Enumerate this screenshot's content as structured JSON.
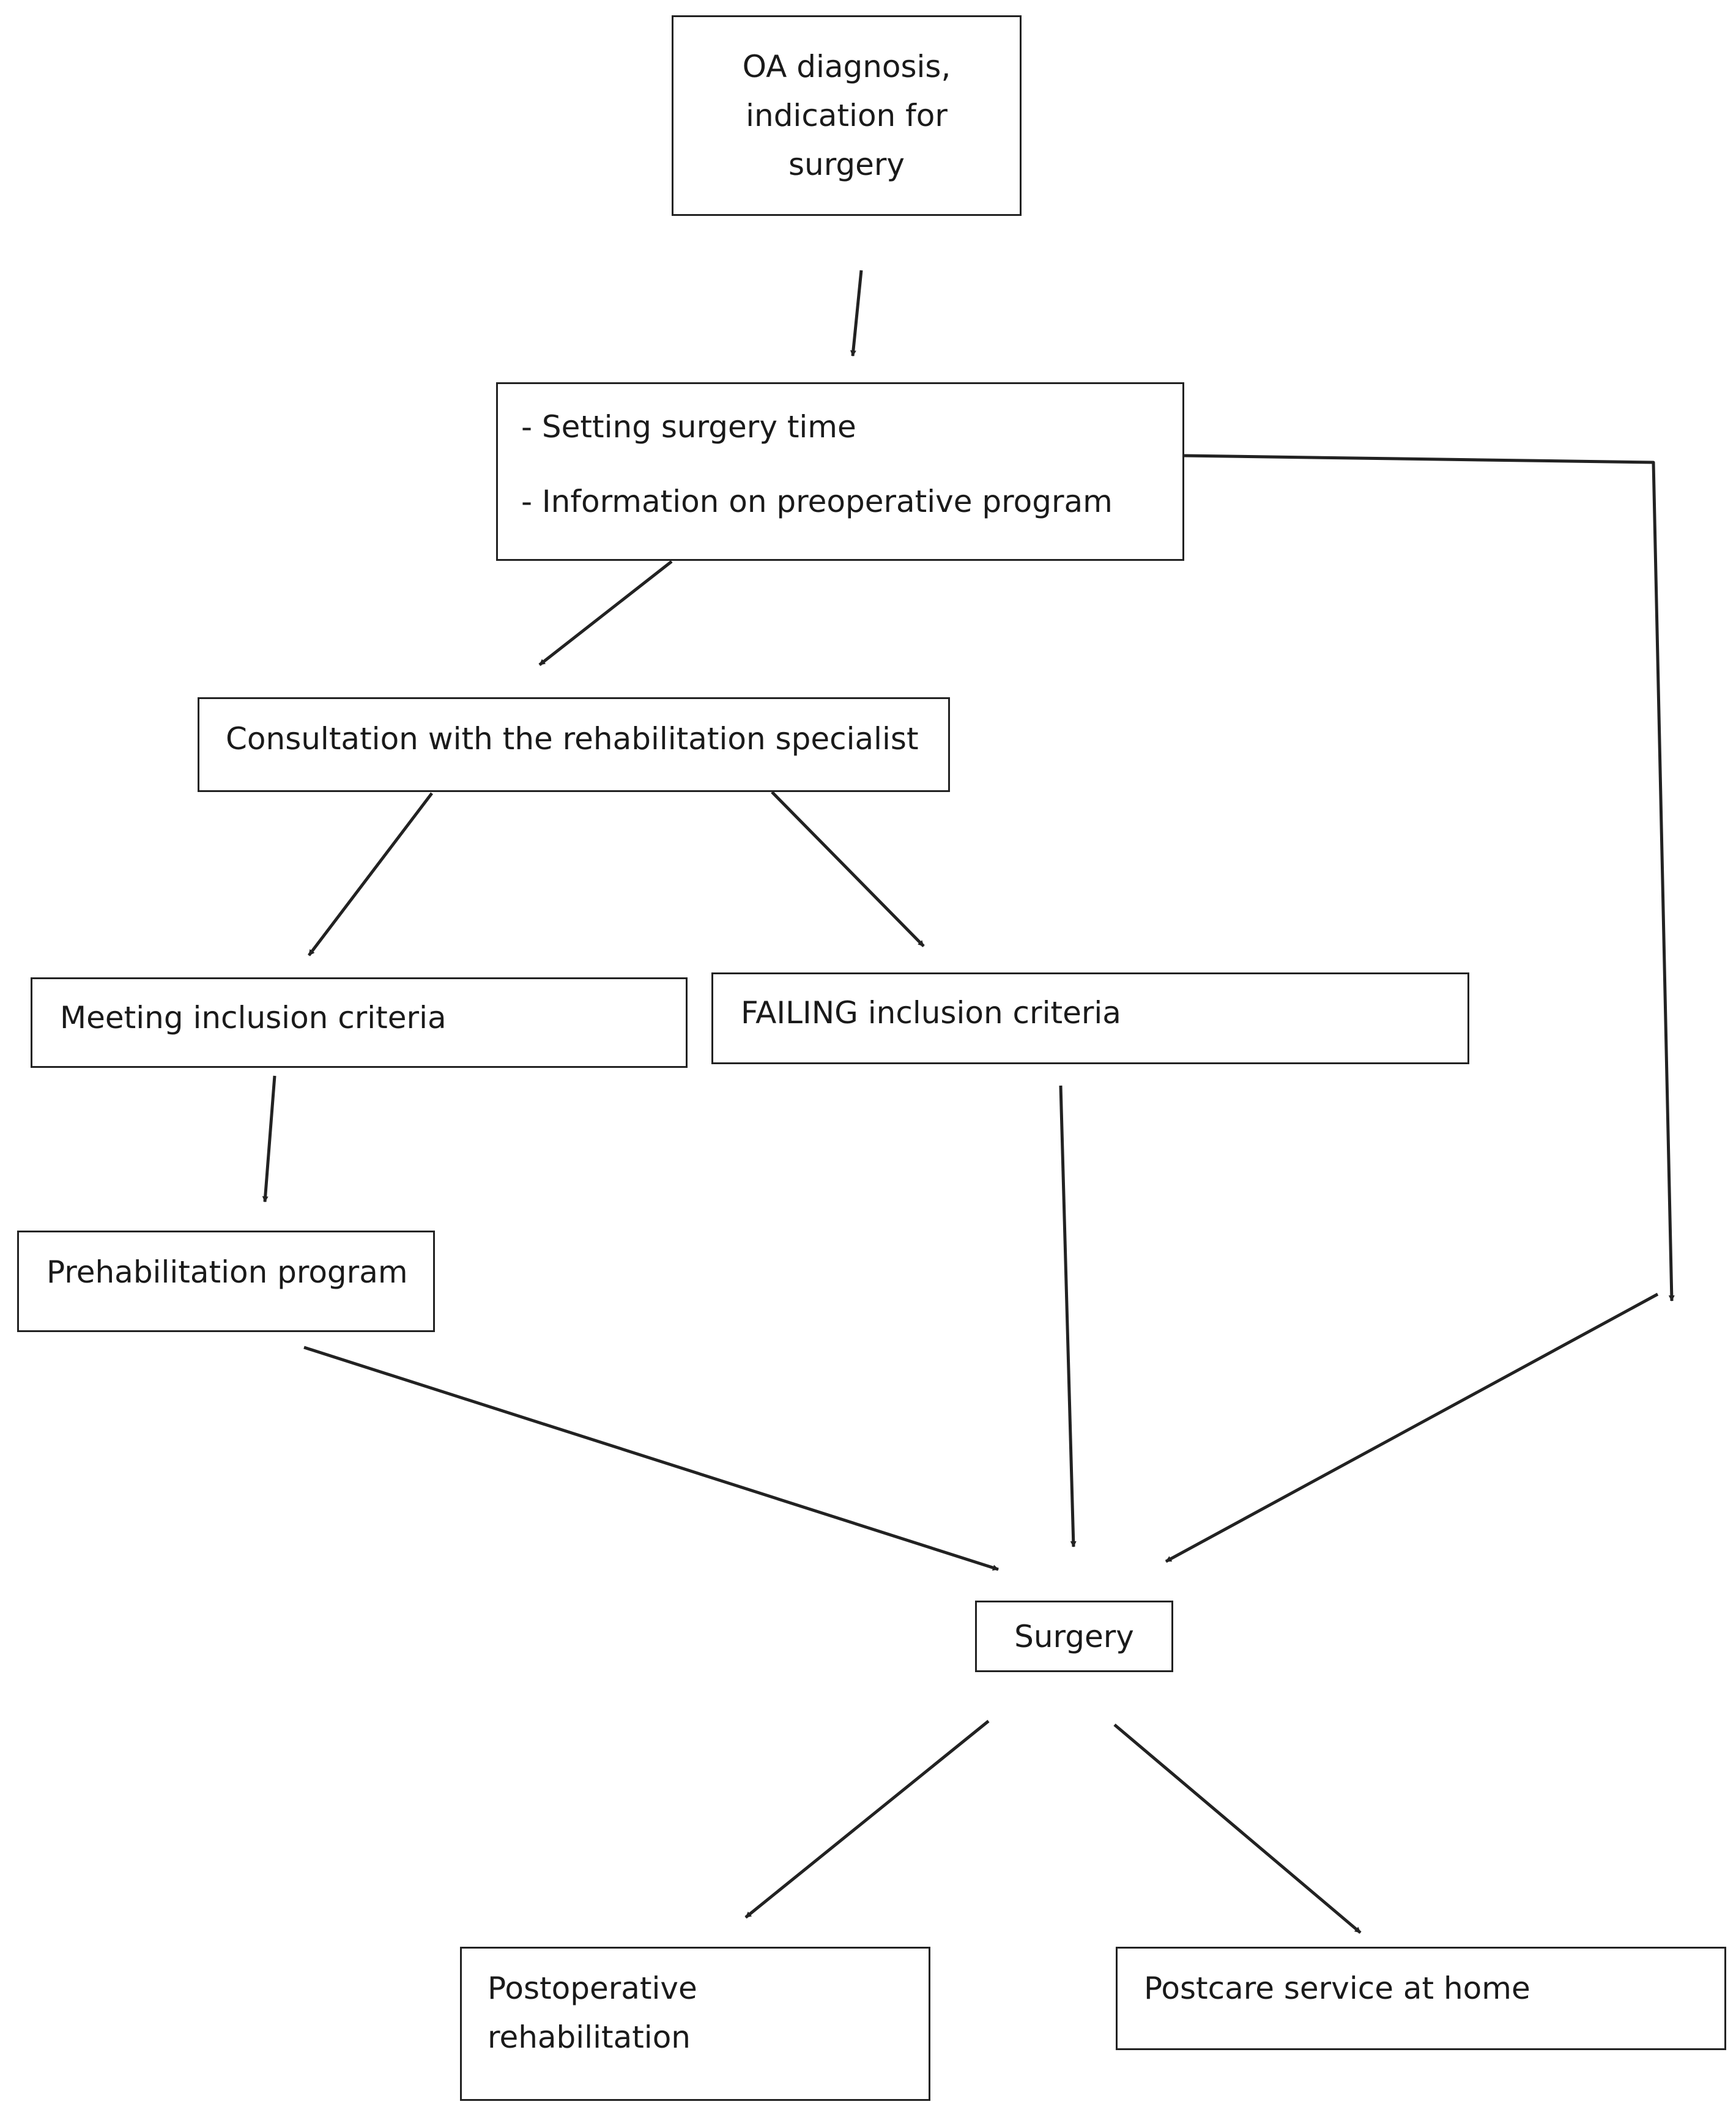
{
  "nodes": {
    "oa_diagnosis": {
      "lines": [
        "OA diagnosis,",
        "indication for",
        "surgery"
      ]
    },
    "setting_surgery": {
      "lines": [
        "- Setting surgery time",
        "- Information on preoperative program"
      ]
    },
    "consultation": {
      "lines": [
        "Consultation with the rehabilitation specialist"
      ]
    },
    "meeting_criteria": {
      "lines": [
        "Meeting inclusion criteria"
      ]
    },
    "failing_criteria": {
      "lines": [
        "FAILING inclusion criteria"
      ]
    },
    "prehabilitation": {
      "lines": [
        "Prehabilitation program"
      ]
    },
    "surgery": {
      "lines": [
        "Surgery"
      ]
    },
    "postoperative_rehab": {
      "lines": [
        "Postoperative",
        "rehabilitation"
      ]
    },
    "postcare_home": {
      "lines": [
        "Postcare service at home"
      ]
    }
  },
  "edges": [
    {
      "from": "oa_diagnosis",
      "to": "setting_surgery"
    },
    {
      "from": "setting_surgery",
      "to": "consultation"
    },
    {
      "from": "setting_surgery",
      "to": "surgery"
    },
    {
      "from": "consultation",
      "to": "meeting_criteria"
    },
    {
      "from": "consultation",
      "to": "failing_criteria"
    },
    {
      "from": "meeting_criteria",
      "to": "prehabilitation"
    },
    {
      "from": "prehabilitation",
      "to": "surgery"
    },
    {
      "from": "failing_criteria",
      "to": "surgery"
    },
    {
      "from": "surgery",
      "to": "postoperative_rehab"
    },
    {
      "from": "surgery",
      "to": "postcare_home"
    }
  ],
  "colors": {
    "line": "#222222",
    "background": "#ffffff",
    "text": "#1a1a1a"
  }
}
